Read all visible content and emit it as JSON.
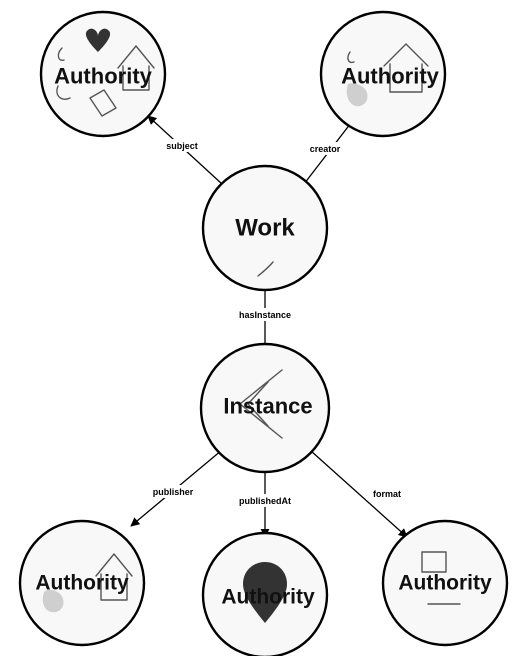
{
  "diagram": {
    "nodes": {
      "work": {
        "label": "Work"
      },
      "instance": {
        "label": "Instance"
      },
      "authority_subject": {
        "label": "Authority"
      },
      "authority_creator": {
        "label": "Authority"
      },
      "authority_publisher": {
        "label": "Authority"
      },
      "authority_published_at": {
        "label": "Authority"
      },
      "authority_format": {
        "label": "Authority"
      }
    },
    "edges": {
      "subject": {
        "label": "subject"
      },
      "creator": {
        "label": "creator"
      },
      "has_instance": {
        "label": "hasInstance"
      },
      "publisher": {
        "label": "publisher"
      },
      "published_at": {
        "label": "publishedAt"
      },
      "format": {
        "label": "format"
      }
    }
  }
}
